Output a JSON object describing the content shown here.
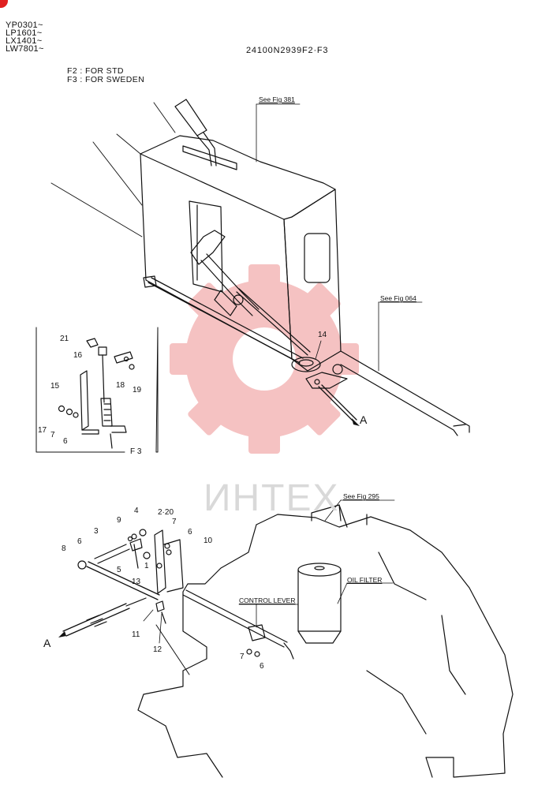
{
  "header": {
    "serials": [
      "YP0301~",
      "LP1601~",
      "LX1401~",
      "LW7801~"
    ],
    "drawing_code": "24100N2939F2·F3",
    "notes": [
      "F2 : FOR STD",
      "F3 : FOR SWEDEN"
    ]
  },
  "references": {
    "fig381": "See Fig 381",
    "fig064": "See Fig 064",
    "fig295": "See Fig 295",
    "oil_filter": "OIL FILTER",
    "control_lever": "CONTROL LEVER"
  },
  "inset": {
    "label": "F 3"
  },
  "callouts": {
    "c14": "14",
    "c21": "21",
    "c16": "16",
    "c18": "18",
    "c19": "19",
    "c15": "15",
    "c17": "17",
    "c7a": "7",
    "c6a": "6",
    "c4": "4",
    "c2_20": "2·20",
    "c9": "9",
    "c3": "3",
    "c7b": "7",
    "c6b": "6",
    "c10": "10",
    "c8": "8",
    "c6c": "6",
    "c5": "5",
    "c1": "1",
    "c13": "13",
    "c11": "11",
    "c12": "12",
    "c7c": "7",
    "c6d": "6"
  },
  "arrow_labels": {
    "a_top": "A",
    "a_bottom": "A"
  },
  "watermark": {
    "text": "ИНТЕХ"
  }
}
